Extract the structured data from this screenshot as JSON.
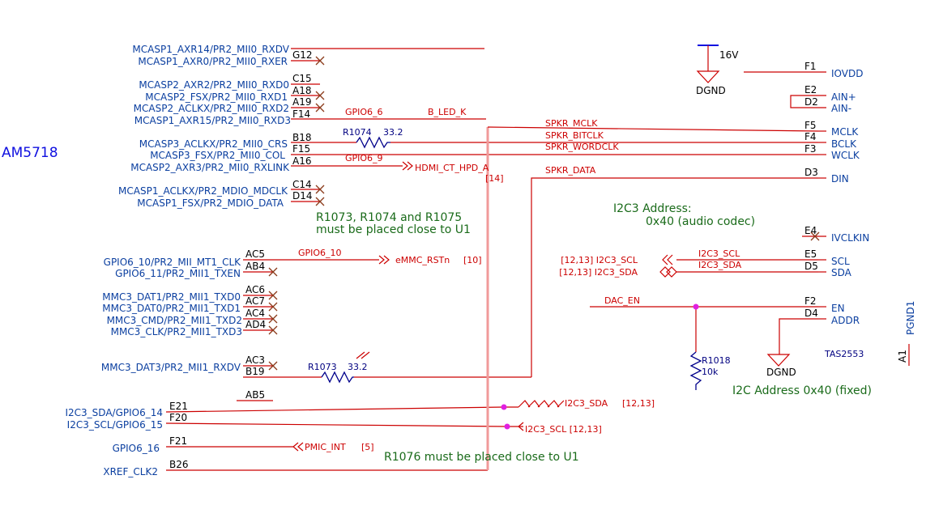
{
  "title": "AM5718",
  "u1_signals": [
    {
      "id": "mcasp1_axr14",
      "label": "MCASP1_AXR14/PR2_MII0_RXDV",
      "pin": ""
    },
    {
      "id": "mcasp1_axr0",
      "label": "MCASP1_AXR0/PR2_MII0_RXER",
      "pin": "G12"
    },
    {
      "id": "mcasp2_axr2",
      "label": "MCASP2_AXR2/PR2_MII0_RXD0",
      "pin": "C15"
    },
    {
      "id": "mcasp2_fsx",
      "label": "MCASP2_FSX/PR2_MII0_RXD1",
      "pin": "A18"
    },
    {
      "id": "mcasp2_aclkx",
      "label": "MCASP2_ACLKX/PR2_MII0_RXD2",
      "pin": "A19"
    },
    {
      "id": "mcasp1_axr15",
      "label": "MCASP1_AXR15/PR2_MII0_RXD3",
      "pin": "F14"
    },
    {
      "id": "mcasp3_aclkx",
      "label": "MCASP3_ACLKX/PR2_MII0_CRS",
      "pin": "B18"
    },
    {
      "id": "mcasp3_fsx",
      "label": "MCASP3_FSX/PR2_MII0_COL",
      "pin": "F15"
    },
    {
      "id": "mcasp2_axr3",
      "label": "MCASP2_AXR3/PR2_MII0_RXLINK",
      "pin": "A16"
    },
    {
      "id": "mcasp1_aclkx",
      "label": "MCASP1_ACLKX/PR2_MDIO_MDCLK",
      "pin": "C14"
    },
    {
      "id": "mcasp1_fsx",
      "label": "MCASP1_FSX/PR2_MDIO_DATA",
      "pin": "D14"
    },
    {
      "id": "gpio6_10",
      "label": "GPIO6_10/PR2_MII_MT1_CLK",
      "pin": "AC5"
    },
    {
      "id": "gpio6_11",
      "label": "GPIO6_11/PR2_MII1_TXEN",
      "pin": "AB4"
    },
    {
      "id": "mmc3_dat1",
      "label": "MMC3_DAT1/PR2_MII1_TXD0",
      "pin": "AC6"
    },
    {
      "id": "mmc3_dat0",
      "label": "MMC3_DAT0/PR2_MII1_TXD1",
      "pin": "AC7"
    },
    {
      "id": "mmc3_cmd",
      "label": "MMC3_CMD/PR2_MII1_TXD2",
      "pin": "AC4"
    },
    {
      "id": "mmc3_clk",
      "label": "MMC3_CLK/PR2_MII1_TXD3",
      "pin": "AD4"
    },
    {
      "id": "mmc3_dat3",
      "label": "MMC3_DAT3/PR2_MII1_RXDV",
      "pin": "AC3"
    },
    {
      "id": "b19",
      "label": "",
      "pin": "B19"
    },
    {
      "id": "ab5",
      "label": "",
      "pin": "AB5"
    },
    {
      "id": "i2c3_sda",
      "label": "I2C3_SDA/GPIO6_14",
      "pin": "E21"
    },
    {
      "id": "i2c3_scl",
      "label": "I2C3_SCL/GPIO6_15",
      "pin": "F20"
    },
    {
      "id": "gpio6_16",
      "label": "GPIO6_16",
      "pin": "F21"
    },
    {
      "id": "xref_clk2",
      "label": "XREF_CLK2",
      "pin": "B26"
    }
  ],
  "nets": {
    "gpio6_6": "GPIO6_6",
    "b_led_k": "B_LED_K",
    "spkr_mclk": "SPKR_MCLK",
    "spkr_bitclk": "SPKR_BITCLK",
    "spkr_wordclk": "SPKR_WORDCLK",
    "gpio6_9": "GPIO6_9",
    "hdmi_ct_hpd": "HDMI_CT_HPD_A",
    "hdmi_ref": "[14]",
    "spkr_data": "SPKR_DATA",
    "gpio6_10": "GPIO6_10",
    "emmc_rstn": "eMMC_RSTn",
    "emmc_ref": "[10]",
    "i2c3_scl_in": "[12,13] I2C3_SCL",
    "i2c3_sda_in": "[12,13] I2C3_SDA",
    "i2c3_scl": "I2C3_SCL",
    "i2c3_sda": "I2C3_SDA",
    "dac_en": "DAC_EN",
    "i2c3_sda_out": "I2C3_SDA",
    "i2c3_sda_out_ref": "[12,13]",
    "i2c3_scl_out": "I2C3_SCL [12,13]",
    "pmic_int": "PMIC_INT",
    "pmic_ref": "[5]"
  },
  "resistors": {
    "r1074": {
      "ref": "R1074",
      "value": "33.2"
    },
    "r1073": {
      "ref": "R1073",
      "value": "33.2"
    },
    "r1018": {
      "ref": "R1018",
      "value": "10k"
    }
  },
  "notes": {
    "close_u1_a": "R1073, R1074 and R1075",
    "close_u1_b": "must be placed close to U1",
    "r1076": "R1076 must be placed close to U1",
    "i2c_addr_a": "I2C3 Address:",
    "i2c_addr_b": "0x40 (audio codec)",
    "i2c_fixed": "I2C Address 0x40 (fixed)"
  },
  "codec": {
    "part": "TAS2553",
    "power": "16V",
    "dgnd": "DGND",
    "pgnd": "PGND1",
    "pgnd_pin": "A1",
    "pins": [
      {
        "id": "iovdd",
        "pin": "F1",
        "name": "IOVDD"
      },
      {
        "id": "ainp",
        "pin": "E2",
        "name": "AIN+"
      },
      {
        "id": "ainm",
        "pin": "D2",
        "name": "AIN-"
      },
      {
        "id": "mclk",
        "pin": "F5",
        "name": "MCLK"
      },
      {
        "id": "bclk",
        "pin": "F4",
        "name": "BCLK"
      },
      {
        "id": "wclk",
        "pin": "F3",
        "name": "WCLK"
      },
      {
        "id": "din",
        "pin": "D3",
        "name": "DIN"
      },
      {
        "id": "ivclkin",
        "pin": "E4",
        "name": "IVCLKIN"
      },
      {
        "id": "scl",
        "pin": "E5",
        "name": "SCL"
      },
      {
        "id": "sda",
        "pin": "D5",
        "name": "SDA"
      },
      {
        "id": "en",
        "pin": "F2",
        "name": "EN"
      },
      {
        "id": "addr",
        "pin": "D4",
        "name": "ADDR"
      }
    ]
  },
  "colors": {
    "signal": "#0b3fa0",
    "net": "#cc0000",
    "note": "#1a6b1a",
    "title": "#1010e0",
    "bus": "#f19a9a",
    "junction": "#e020e0"
  }
}
